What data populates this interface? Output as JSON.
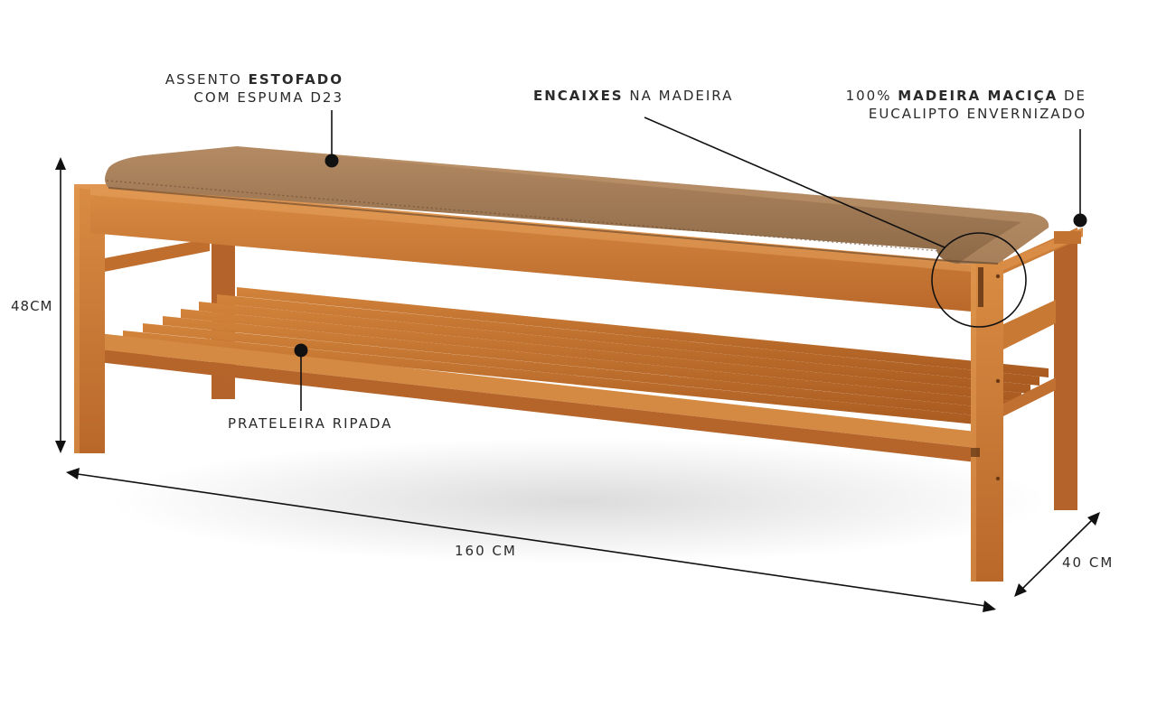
{
  "annotations": {
    "seat": {
      "line1_pre": "ASSENTO ",
      "line1_bold": "ESTOFADO",
      "line2": "COM ESPUMA D23"
    },
    "joints": {
      "bold": "ENCAIXES",
      "rest": " NA MADEIRA"
    },
    "wood": {
      "pre": "100% ",
      "bold": "MADEIRA MACIÇA",
      "post": " DE",
      "line2": "EUCALIPTO ENVERNIZADO"
    },
    "shelf": "PRATELEIRA RIPADA"
  },
  "dimensions": {
    "height": "48CM",
    "width": "160 CM",
    "depth": "40 CM"
  },
  "colors": {
    "wood": "#c7752e",
    "wood_dark": "#9a531d",
    "wood_light": "#db8d44",
    "leather": "#a27a55",
    "leather_dark": "#7c5a3c",
    "ink": "#111111"
  }
}
